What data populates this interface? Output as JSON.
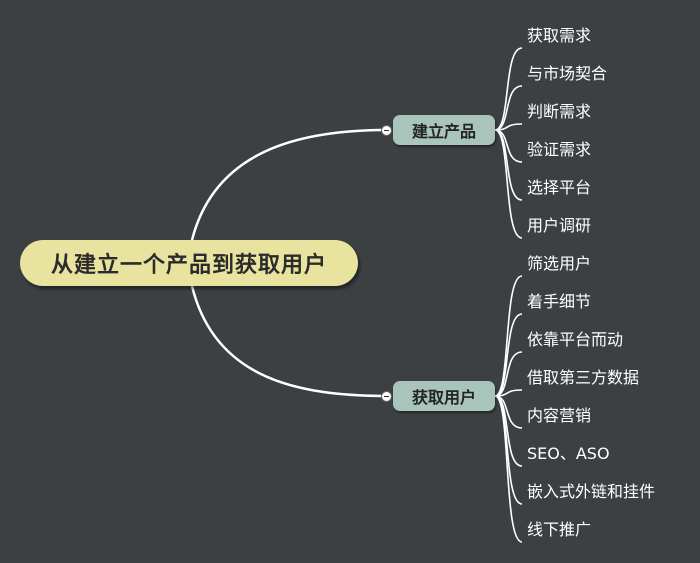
{
  "root": {
    "label": "从建立一个产品到获取用户"
  },
  "branches": [
    {
      "label": "建立产品",
      "leaves": [
        "获取需求",
        "与市场契合",
        "判断需求",
        "验证需求",
        "选择平台",
        "用户调研"
      ]
    },
    {
      "label": "获取用户",
      "leaves": [
        "筛选用户",
        "着手细节",
        "依靠平台而动",
        "借取第三方数据",
        "内容营销",
        "SEO、ASO",
        "嵌入式外链和挂件",
        "线下推广"
      ]
    }
  ],
  "colors": {
    "background": "#3c4043",
    "root_fill": "#e9e3a0",
    "branch_fill": "#a9c4bb",
    "connector": "#ffffff"
  }
}
